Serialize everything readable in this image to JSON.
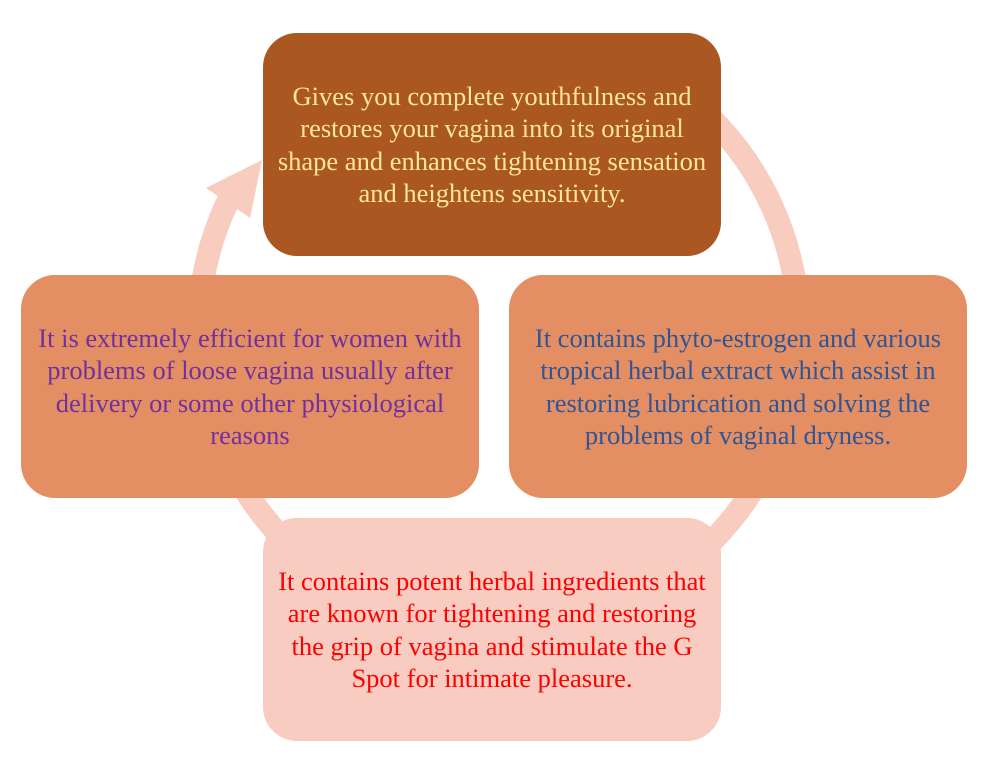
{
  "diagram": {
    "nodes": [
      {
        "id": "top",
        "text": "Gives you complete youthfulness and restores your vagina into its original shape and enhances tightening sensation and heightens sensitivity.",
        "fill": "#AB5722",
        "text_color": "#FFE699"
      },
      {
        "id": "right",
        "text": "It contains phyto-estrogen and various tropical herbal extract which assist in restoring lubrication and solving the problems of vaginal dryness.",
        "fill": "#E38F63",
        "text_color": "#2F5597"
      },
      {
        "id": "bottom",
        "text": "It contains potent herbal ingredients that are known for tightening and restoring the grip of vagina and stimulate the G Spot for intimate pleasure.",
        "fill": "#F8CCC0",
        "text_color": "#FF0000"
      },
      {
        "id": "left",
        "text": "It is extremely efficient for women with problems of loose vagina usually after delivery or some other physiological reasons",
        "fill": "#E38F63",
        "text_color": "#7030A0"
      }
    ],
    "ring_color": "#F8CCBE",
    "direction": "clockwise"
  }
}
